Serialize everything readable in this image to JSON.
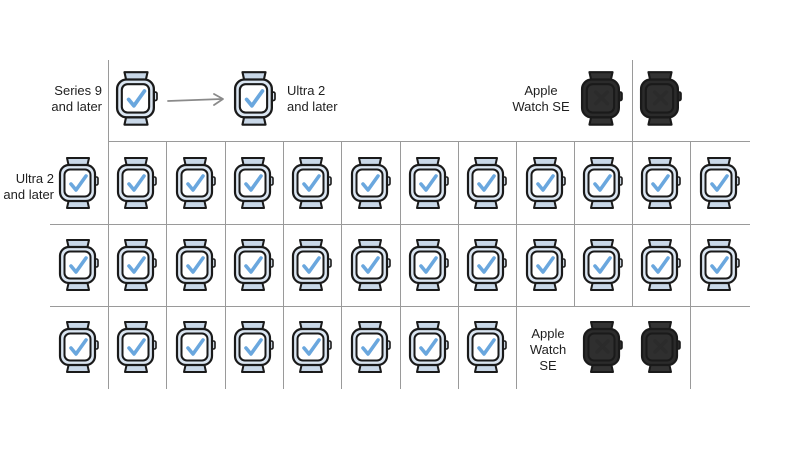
{
  "header_row": {
    "left_label": [
      "Series 9",
      "and later"
    ],
    "middle_label": [
      "Ultra 2",
      "and later"
    ],
    "right_label": [
      "Apple",
      "Watch SE"
    ]
  },
  "grid": {
    "row_label": [
      "Ultra 2",
      "and later"
    ],
    "bottom_label": [
      "Apple",
      "Watch",
      "SE"
    ]
  },
  "icons": {
    "compatible": "light-watch-check-icon",
    "incompatible": "dark-watch-x-icon",
    "arrow": "arrow-right-icon"
  },
  "colors": {
    "light_watch_fill": "#dbe6f2",
    "light_watch_band": "#c9d8e8",
    "dark_watch_fill": "#2b2b2b",
    "check": "#6aa7de",
    "cross": "#2b2b2b",
    "outline": "#1a1a1a",
    "grid": "#9a9a9a"
  }
}
